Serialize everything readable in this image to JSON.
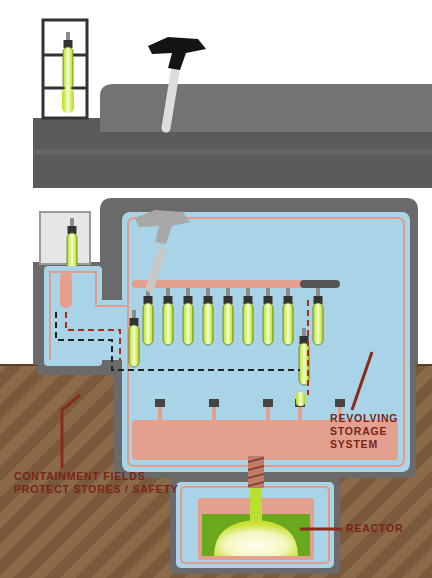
{
  "diagram": {
    "labels": [
      "CONTAINMENT FIELDS PROTECT STORES / SAFETY",
      "REVOLVING STORAGE SYSTEM",
      "REACTOR"
    ]
  }
}
